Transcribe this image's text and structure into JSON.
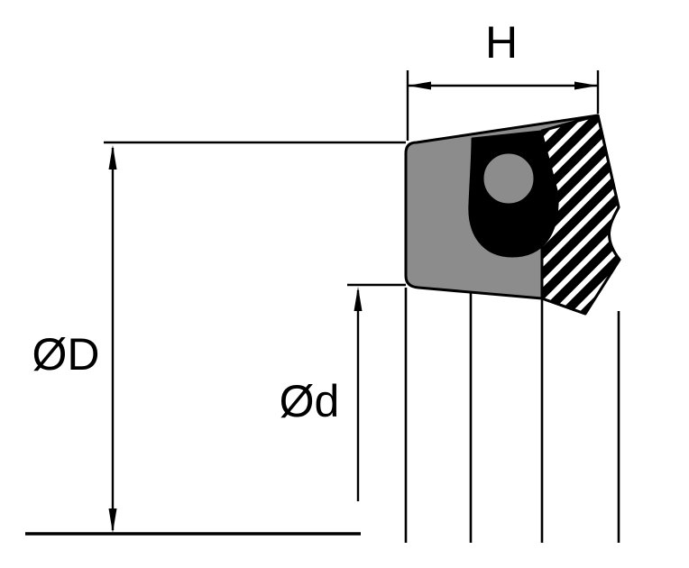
{
  "drawing": {
    "dimension_labels": {
      "section_height": "H",
      "outer_diameter": "ØD",
      "inner_diameter": "Ød"
    },
    "colors": {
      "line": "#000000",
      "background": "#ffffff",
      "seal_body": "#8c8c8c",
      "hatch_base": "#000000",
      "hatch_stripe": "#ffffff"
    }
  }
}
